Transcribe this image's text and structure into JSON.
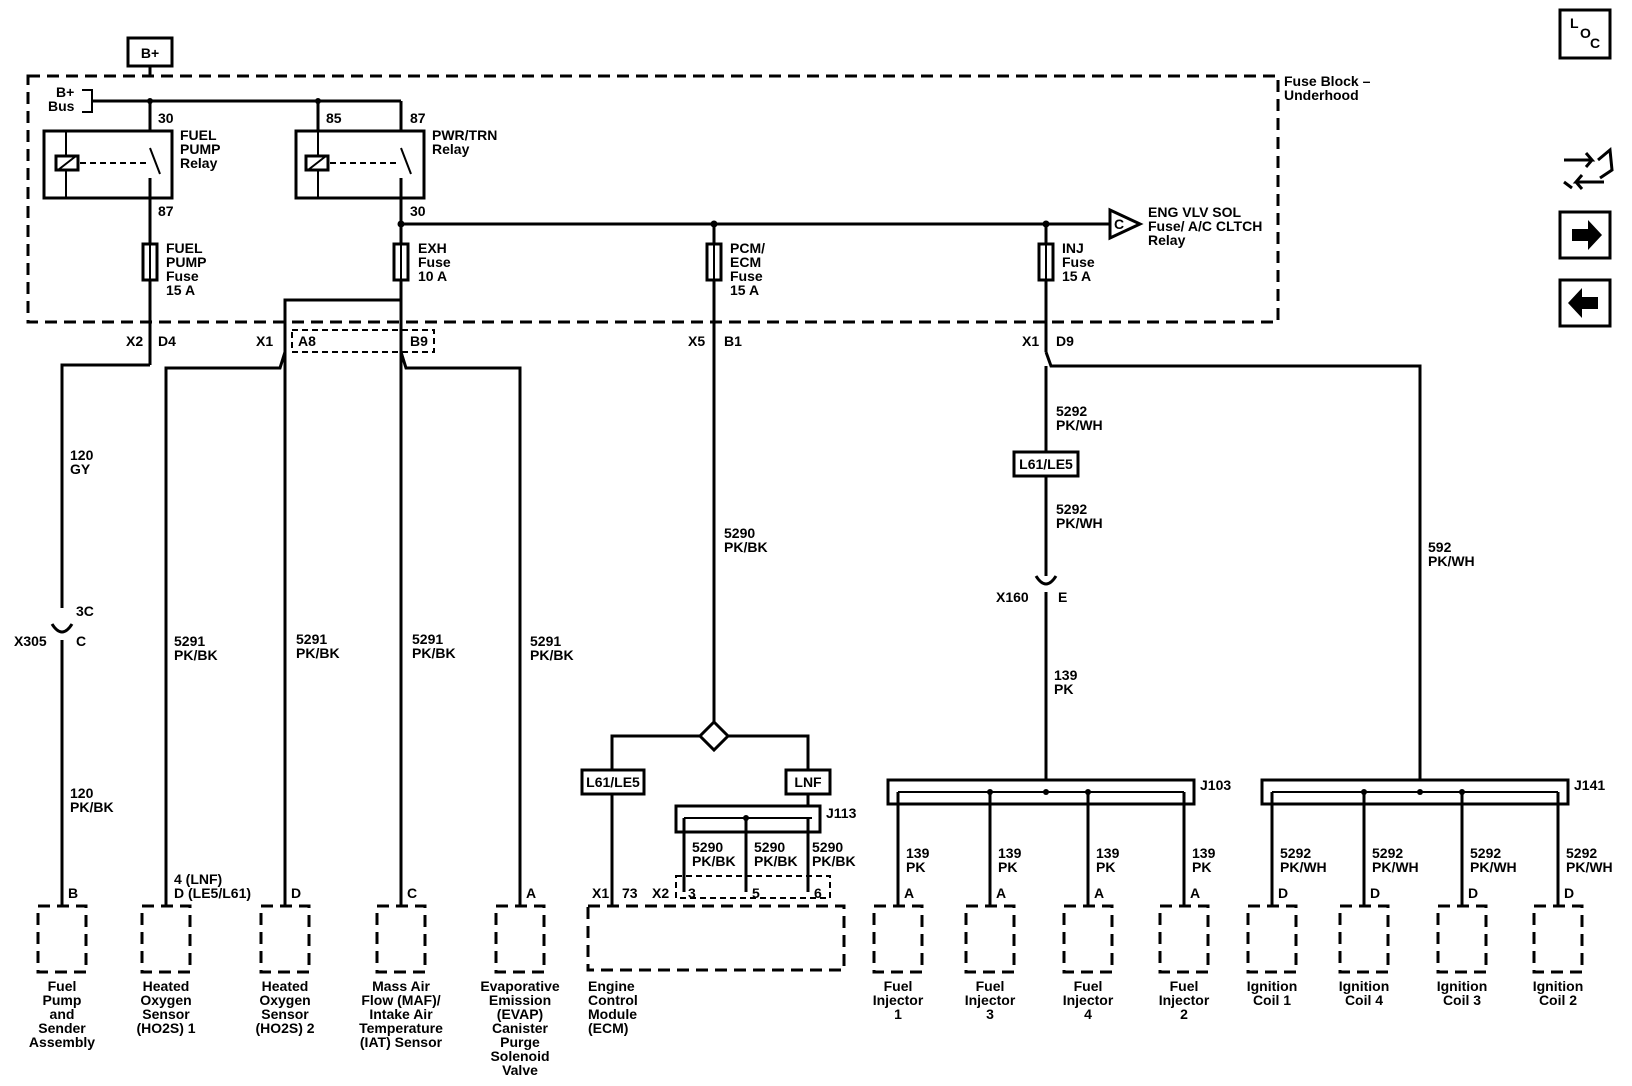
{
  "bplus": "B+",
  "fuseblock": {
    "line1": "Fuse Block –",
    "line2": "Underhood"
  },
  "bus": {
    "line1": "B+",
    "line2": "Bus"
  },
  "relays": {
    "fuel_pump": {
      "l1": "FUEL",
      "l2": "PUMP",
      "l3": "Relay",
      "pin_in": "30",
      "pin_out": "87"
    },
    "pwr_trn": {
      "l1": "PWR/TRN",
      "l2": "Relay",
      "pin_coil": "85",
      "pin_in": "87",
      "pin_out": "30"
    }
  },
  "fuses": {
    "fuel_pump": {
      "l1": "FUEL",
      "l2": "PUMP",
      "l3": "Fuse",
      "l4": "15 A"
    },
    "exh": {
      "l1": "EXH",
      "l2": "Fuse",
      "l3": "10 A"
    },
    "pcm": {
      "l1": "PCM/",
      "l2": "ECM",
      "l3": "Fuse",
      "l4": "15 A"
    },
    "inj": {
      "l1": "INJ",
      "l2": "Fuse",
      "l3": "15 A"
    }
  },
  "eng_vlv": {
    "ref": "C",
    "l1": "ENG VLV SOL",
    "l2": "Fuse/ A/C CLTCH",
    "l3": "Relay"
  },
  "connectors": {
    "x2": "X2",
    "d4": "D4",
    "x1a": "X1",
    "a8": "A8",
    "b9": "B9",
    "x5": "X5",
    "b1": "B1",
    "x1b": "X1",
    "d9": "D9"
  },
  "wires": {
    "w120gy": {
      "num": "120",
      "color": "GY"
    },
    "w120pkbk": {
      "num": "120",
      "color": "PK/BK"
    },
    "w5291": {
      "num": "5291",
      "color": "PK/BK"
    },
    "w5290": {
      "num": "5290",
      "color": "PK/BK"
    },
    "w5292": {
      "num": "5292",
      "color": "PK/WH"
    },
    "w592": {
      "num": "592",
      "color": "PK/WH"
    },
    "w139": {
      "num": "139",
      "color": "PK"
    }
  },
  "splices": {
    "x305": {
      "name": "X305",
      "pin": "C",
      "ref": "3C"
    },
    "x160": {
      "name": "X160",
      "pin": "E"
    },
    "j103": "J103",
    "j141": "J141",
    "j113": "J113"
  },
  "options": {
    "l61le5": "L61/LE5",
    "lnf": "LNF"
  },
  "ho2s1_pins": {
    "l1": "4 (LNF)",
    "l2": "D (LE5/L61)"
  },
  "ecm_pins": {
    "x1": "X1",
    "p73": "73",
    "x2": "X2",
    "p3": "3",
    "p5": "5",
    "p6": "6"
  },
  "components": [
    {
      "pin": "B",
      "lines": [
        "Fuel",
        "Pump",
        "and",
        "Sender",
        "Assembly"
      ]
    },
    {
      "pin": "",
      "lines": [
        "Heated",
        "Oxygen",
        "Sensor",
        "(HO2S) 1"
      ]
    },
    {
      "pin": "D",
      "lines": [
        "Heated",
        "Oxygen",
        "Sensor",
        "(HO2S) 2"
      ]
    },
    {
      "pin": "C",
      "lines": [
        "Mass Air",
        "Flow (MAF)/",
        "Intake Air",
        "Temperature",
        "(IAT) Sensor"
      ]
    },
    {
      "pin": "A",
      "lines": [
        "Evaporative",
        "Emission",
        "(EVAP)",
        "Canister",
        "Purge",
        "Solenoid",
        "Valve"
      ]
    },
    {
      "pin": "",
      "lines": [
        "Engine",
        "Control",
        "Module",
        "(ECM)"
      ]
    },
    {
      "pin": "A",
      "lines": [
        "Fuel",
        "Injector",
        "1"
      ]
    },
    {
      "pin": "A",
      "lines": [
        "Fuel",
        "Injector",
        "3"
      ]
    },
    {
      "pin": "A",
      "lines": [
        "Fuel",
        "Injector",
        "4"
      ]
    },
    {
      "pin": "A",
      "lines": [
        "Fuel",
        "Injector",
        "2"
      ]
    },
    {
      "pin": "D",
      "lines": [
        "Ignition",
        "Coil 1"
      ]
    },
    {
      "pin": "D",
      "lines": [
        "Ignition",
        "Coil 4"
      ]
    },
    {
      "pin": "D",
      "lines": [
        "Ignition",
        "Coil 3"
      ]
    },
    {
      "pin": "D",
      "lines": [
        "Ignition",
        "Coil 2"
      ]
    }
  ],
  "loc": {
    "l": "L",
    "o": "O",
    "c": "C"
  },
  "nav": {
    "swap_icon": "swap-arrows-icon",
    "next_icon": "arrow-right-icon",
    "prev_icon": "arrow-left-icon"
  }
}
